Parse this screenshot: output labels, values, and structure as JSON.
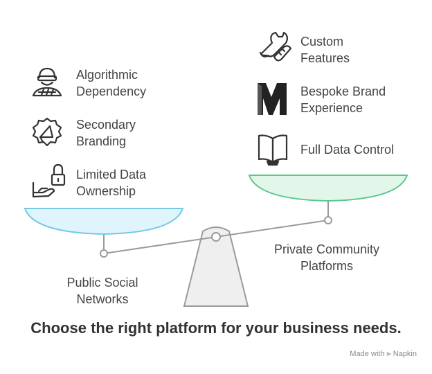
{
  "left_items": [
    {
      "line1": "Algorithmic",
      "line2": "Dependency",
      "icon": "hacker-icon"
    },
    {
      "line1": "Secondary",
      "line2": "Branding",
      "icon": "megaphone-icon"
    },
    {
      "line1": "Limited Data",
      "line2": "Ownership",
      "icon": "lock-icon"
    }
  ],
  "right_items": [
    {
      "line1": "Custom",
      "line2": "Features",
      "icon": "tools-icon"
    },
    {
      "line1": "Bespoke Brand",
      "line2": "Experience",
      "icon": "brand-m-icon"
    },
    {
      "line1": "Full Data Control",
      "line2": "",
      "icon": "book-icon"
    }
  ],
  "left_platform": {
    "line1": "Public Social",
    "line2": "Networks"
  },
  "right_platform": {
    "line1": "Private Community",
    "line2": "Platforms"
  },
  "title": "Choose the right platform for your business needs.",
  "credit": "Made with ⪢ Napkin",
  "colors": {
    "left_pan_fill": "#dff4fb",
    "left_pan_stroke": "#72c8e6",
    "right_pan_fill": "#e3f6ea",
    "right_pan_stroke": "#5bc88a",
    "beam": "#9a9a9a",
    "icon_stroke": "#333333"
  }
}
